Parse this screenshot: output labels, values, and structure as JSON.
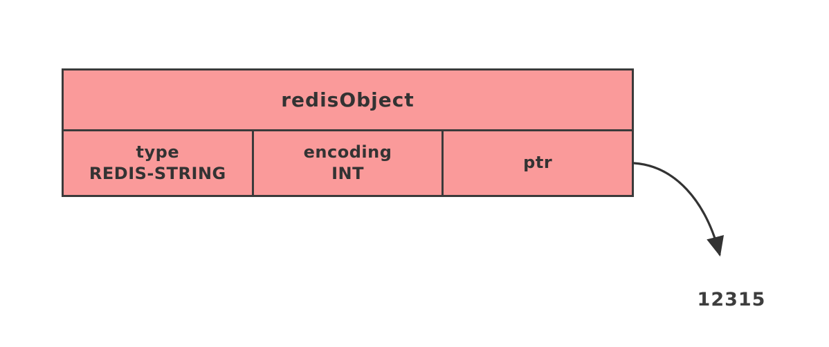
{
  "diagram": {
    "title": "redisObject",
    "cells": [
      {
        "label": "type",
        "value": "REDIS-STRING"
      },
      {
        "label": "encoding",
        "value": "INT"
      },
      {
        "label": "ptr",
        "value": ""
      }
    ],
    "pointer": {
      "from": "ptr",
      "target_value": "12315"
    },
    "colors": {
      "box_fill": "#fa9a9a",
      "box_border": "#3a3a3a",
      "text": "#333333",
      "background": "#ffffff"
    }
  }
}
